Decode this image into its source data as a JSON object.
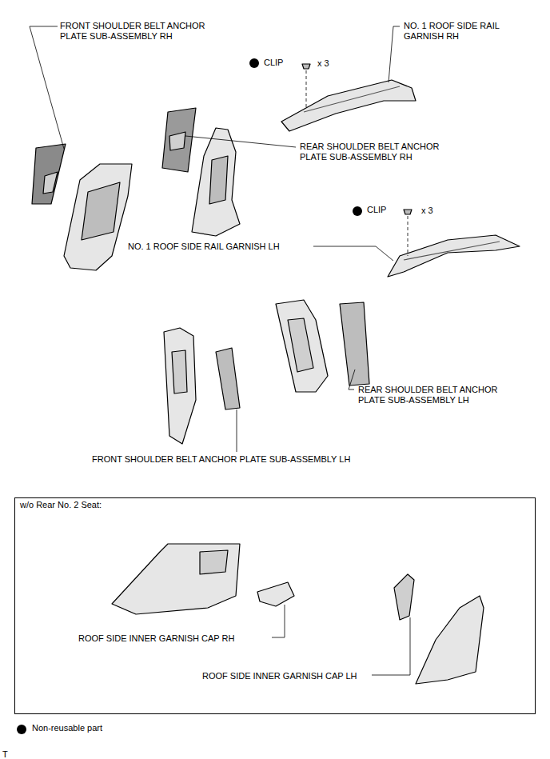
{
  "diagram": {
    "nodes": [
      {
        "text": [
          "w/o Rear No. 2 Seat:",
          "ROOF SIDE INNER GARNISH CAP RH",
          "ROOF SIDE INNER GARNISH CAP LH"
        ]
      }
    ],
    "labels": [
      "FRONT SHOULDER BELT ANCHOR PLATE SUB-ASSEMBLY RH",
      "CLIP",
      "x 3",
      "NO. 1 ROOF SIDE RAIL GARNISH RH",
      "REAR SHOULDER BELT ANCHOR PLATE SUB-ASSEMBLY RH",
      "CLIP",
      "x 3",
      "NO. 1 ROOF SIDE RAIL GARNISH LH",
      "REAR SHOULDER BELT ANCHOR PLATE SUB-ASSEMBLY LH",
      "FRONT SHOULDER BELT ANCHOR PLATE SUB-ASSEMBLY LH",
      "T"
    ],
    "legend": [
      {
        "text": "Non-reusable part"
      }
    ]
  }
}
